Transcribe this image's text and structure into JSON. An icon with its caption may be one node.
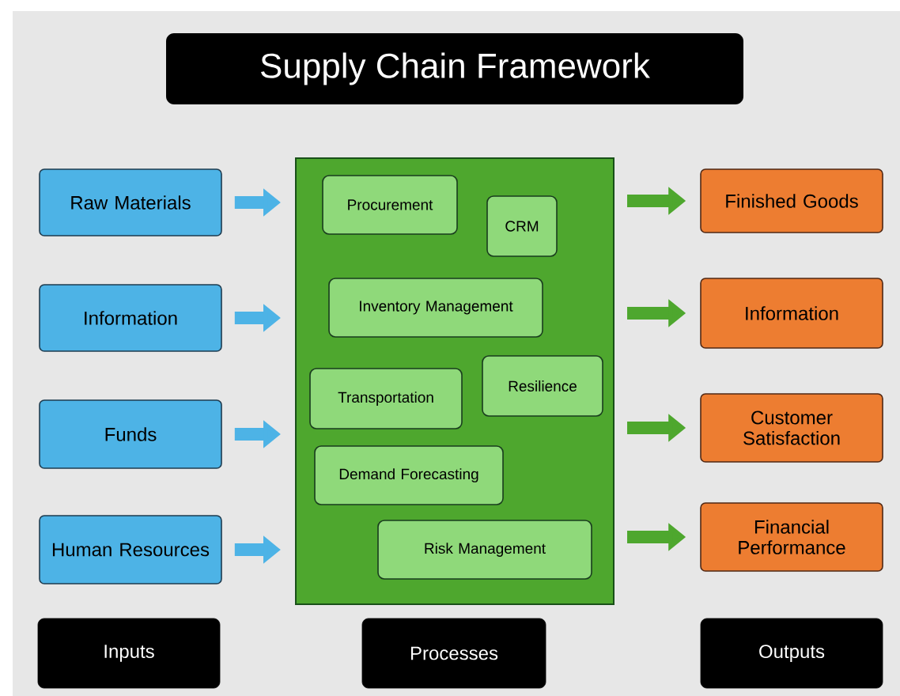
{
  "diagram": {
    "title": "Supply Chain Framework",
    "nodes": [
      {
        "text": [
          "Raw Materials"
        ]
      },
      {
        "text": [
          "Information"
        ]
      },
      {
        "text": [
          "Funds"
        ]
      },
      {
        "text": [
          "Human Resources"
        ]
      },
      {
        "text": [],
        "shape": "box"
      },
      {
        "text": [
          "Procurement"
        ],
        "in": 4
      },
      {
        "text": [
          "CRM"
        ],
        "in": 4
      },
      {
        "text": [
          "Inventory Management"
        ],
        "in": 4
      },
      {
        "text": [
          "Transportation"
        ],
        "in": 4
      },
      {
        "text": [
          "Resilience"
        ],
        "in": 4
      },
      {
        "text": [
          "Demand Forecasting"
        ],
        "in": 4
      },
      {
        "text": [
          "Risk Management"
        ],
        "in": 4
      },
      {
        "text": [
          "Finished Goods"
        ]
      },
      {
        "text": [
          "Information"
        ]
      },
      {
        "text": [
          "Customer Satisfaction"
        ]
      },
      {
        "text": [
          "Financial Performance"
        ]
      },
      {
        "text": [
          "Inputs"
        ]
      },
      {
        "text": [
          "Processes"
        ]
      },
      {
        "text": [
          "Outputs"
        ]
      }
    ],
    "edges": [
      {
        "from": 0,
        "to": 4,
        "arrow": "to",
        "color": "#4db3e6"
      },
      {
        "from": 1,
        "to": 4,
        "arrow": "to",
        "color": "#4db3e6"
      },
      {
        "from": 2,
        "to": 4,
        "arrow": "to",
        "color": "#4db3e6"
      },
      {
        "from": 3,
        "to": 4,
        "arrow": "to",
        "color": "#4db3e6"
      },
      {
        "from": 4,
        "to": 12,
        "arrow": "to",
        "color": "#4ea72e"
      },
      {
        "from": 4,
        "to": 13,
        "arrow": "to",
        "color": "#4ea72e"
      },
      {
        "from": 4,
        "to": 14,
        "arrow": "to",
        "color": "#4ea72e"
      },
      {
        "from": 4,
        "to": 15,
        "arrow": "to",
        "color": "#4ea72e"
      }
    ]
  }
}
